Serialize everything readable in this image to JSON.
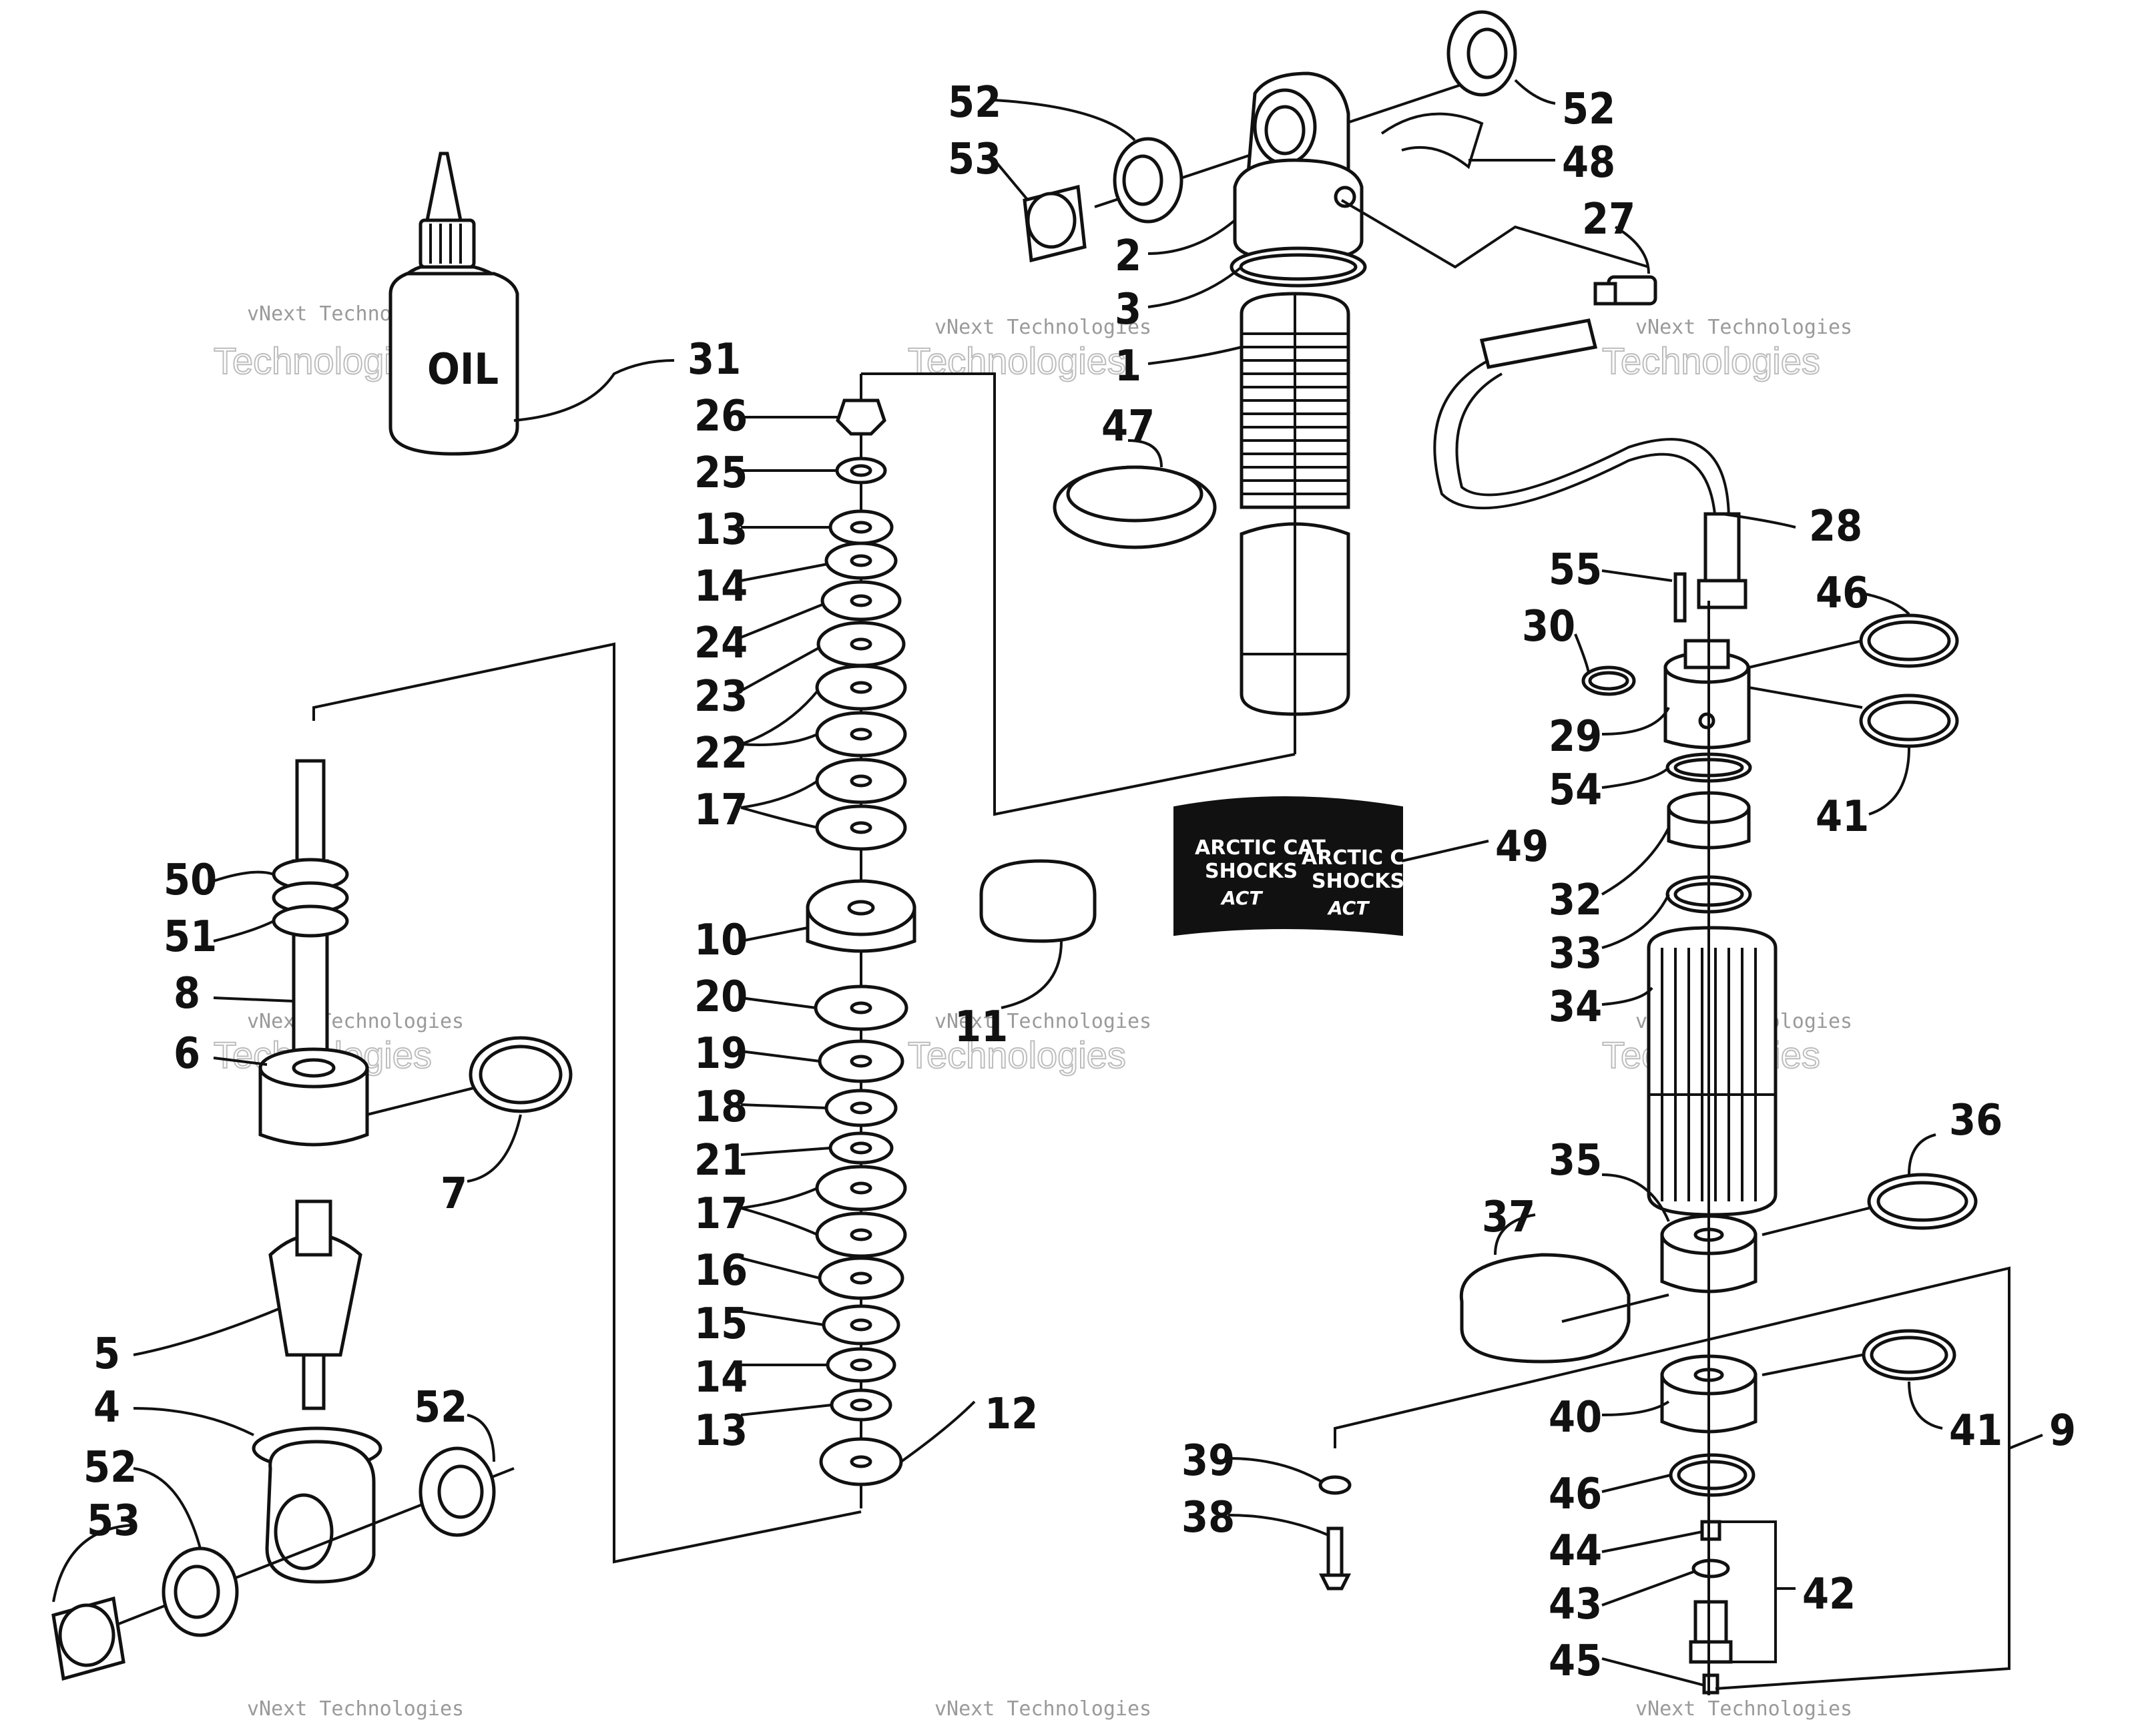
{
  "diagram": {
    "labels": {
      "oil": "OIL",
      "decal_left_line1": "ARCTIC CAT",
      "decal_left_line2": "SHOCKS",
      "decal_right_line1": "ARCTIC CAT",
      "decal_right_line2": "SHOCKS",
      "decal_logo": "ACT"
    },
    "watermark": {
      "line1": "vNext Technologies",
      "line2": "Technologies",
      "line3": "vNext"
    },
    "callouts": [
      "52",
      "53",
      "2",
      "3",
      "1",
      "47",
      "52",
      "48",
      "27",
      "31",
      "26",
      "25",
      "13",
      "14",
      "24",
      "23",
      "22",
      "17",
      "10",
      "11",
      "20",
      "19",
      "18",
      "21",
      "17",
      "16",
      "15",
      "14",
      "13",
      "12",
      "50",
      "51",
      "8",
      "6",
      "7",
      "5",
      "4",
      "52",
      "53",
      "52",
      "28",
      "55",
      "46",
      "30",
      "29",
      "54",
      "41",
      "49",
      "32",
      "33",
      "34",
      "36",
      "35",
      "37",
      "9",
      "40",
      "41",
      "39",
      "38",
      "46",
      "44",
      "42",
      "43",
      "45"
    ]
  }
}
